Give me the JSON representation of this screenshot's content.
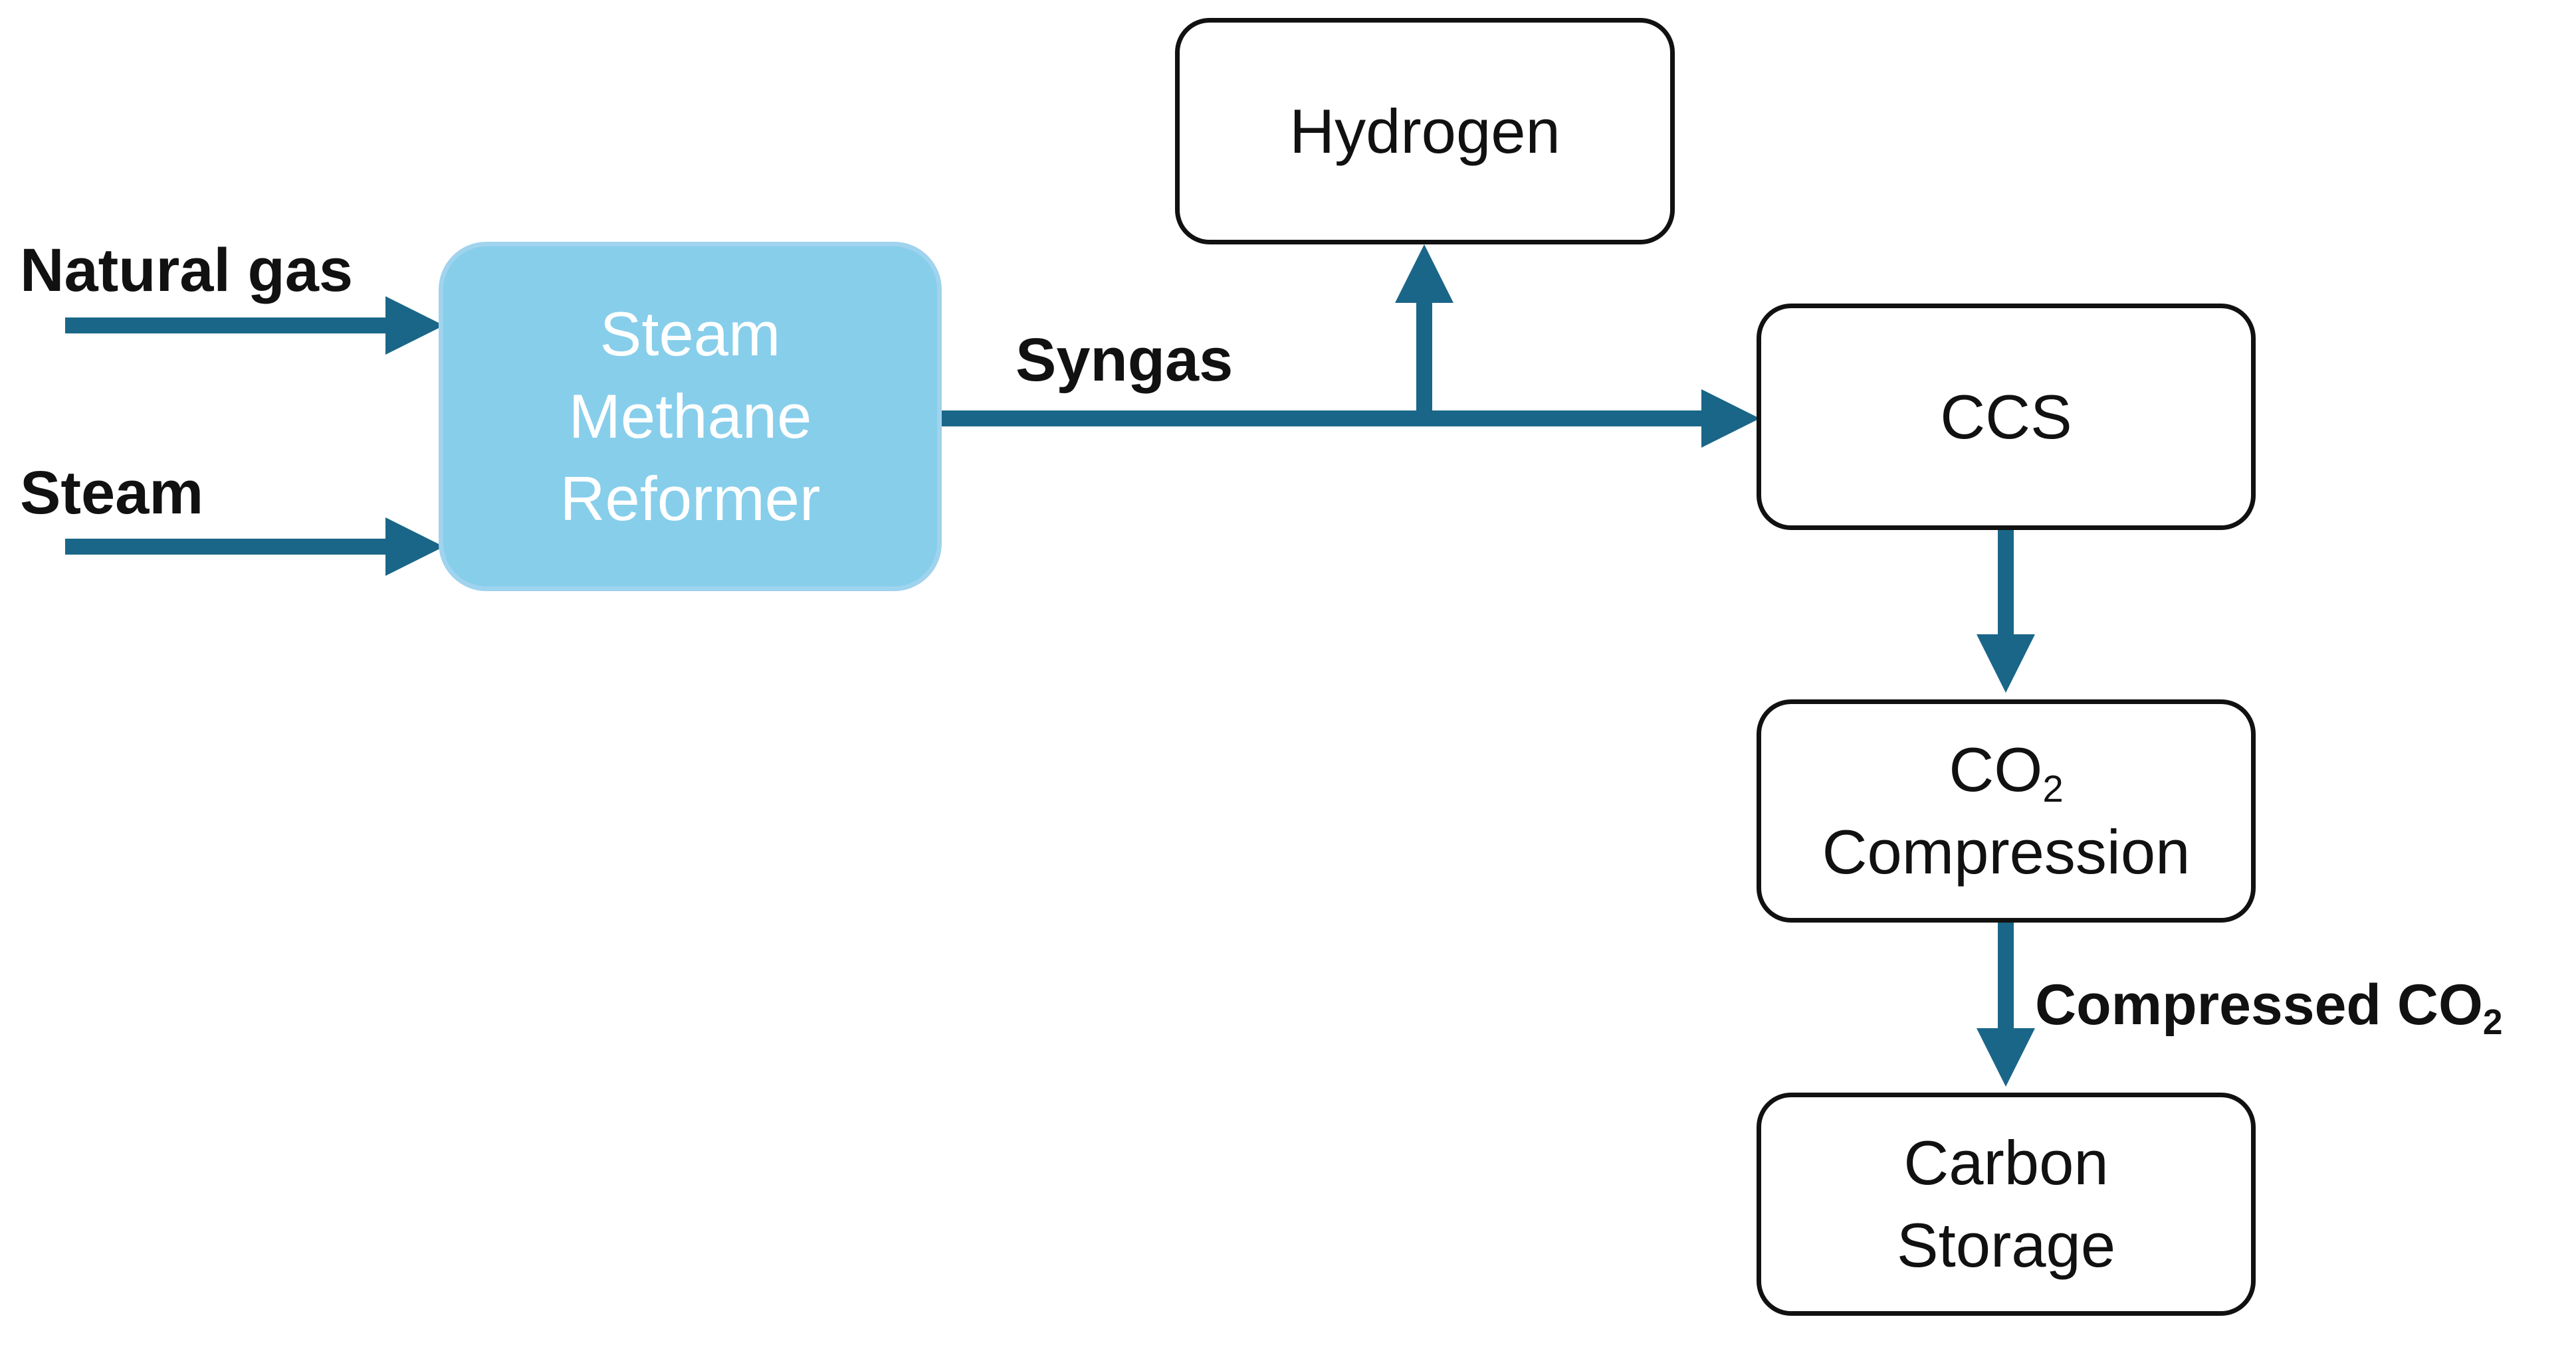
{
  "colors": {
    "arrow": "#1a6688",
    "reformer_fill": "#87ceeb",
    "reformer_border": "#9fd3ee",
    "reformer_text": "#ffffff",
    "box_border": "#111111",
    "box_fill": "#ffffff",
    "text": "#111111"
  },
  "inputs": {
    "natural_gas": "Natural gas",
    "steam": "Steam"
  },
  "reformer": {
    "line1": "Steam",
    "line2": "Methane",
    "line3": "Reformer"
  },
  "flows": {
    "syngas": "Syngas",
    "compressed": "Compressed CO",
    "compressed_sub": "2"
  },
  "nodes": {
    "hydrogen": "Hydrogen",
    "ccs": "CCS",
    "co2_line1": "CO",
    "co2_sub": "2",
    "co2_line2": "Compression",
    "storage_line1": "Carbon",
    "storage_line2": "Storage"
  }
}
